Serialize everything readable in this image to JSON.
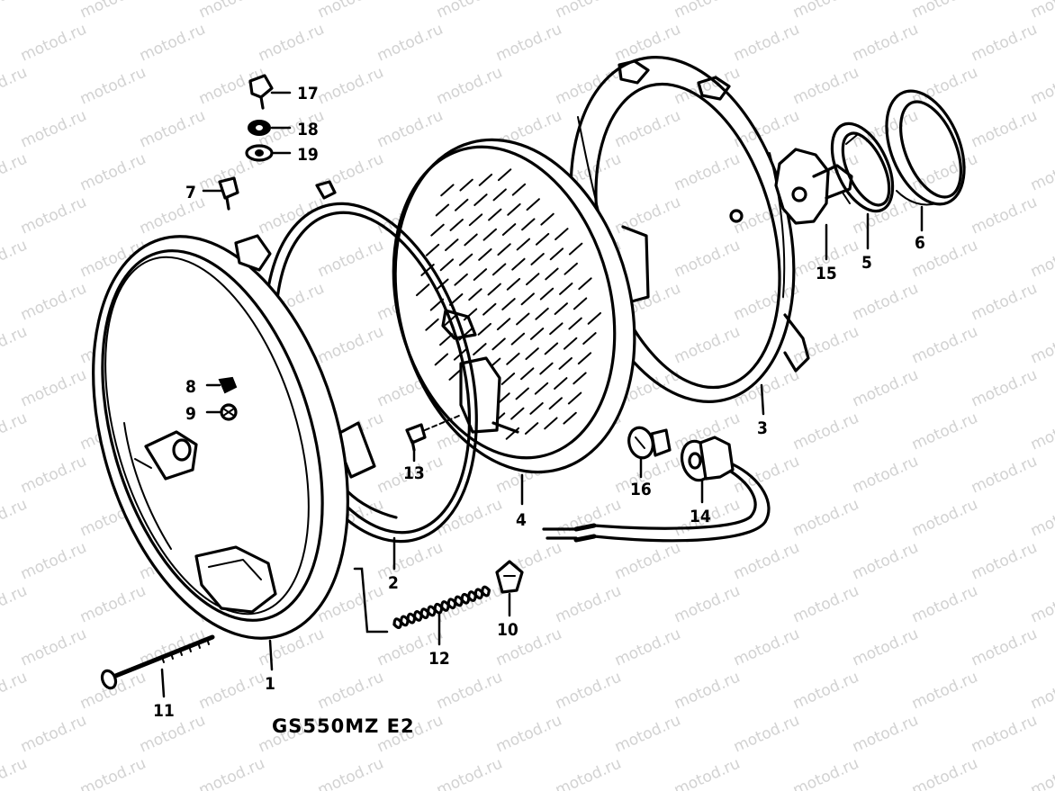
{
  "watermark": "motod.ru",
  "model_label": "GS550MZ E2",
  "callouts": {
    "p1": "1",
    "p2": "2",
    "p3": "3",
    "p4": "4",
    "p5": "5",
    "p6": "6",
    "p7": "7",
    "p8": "8",
    "p9": "9",
    "p10": "10",
    "p11": "11",
    "p12": "12",
    "p13": "13",
    "p14": "14",
    "p15": "15",
    "p16": "16",
    "p17": "17",
    "p18": "18",
    "p19": "19"
  }
}
